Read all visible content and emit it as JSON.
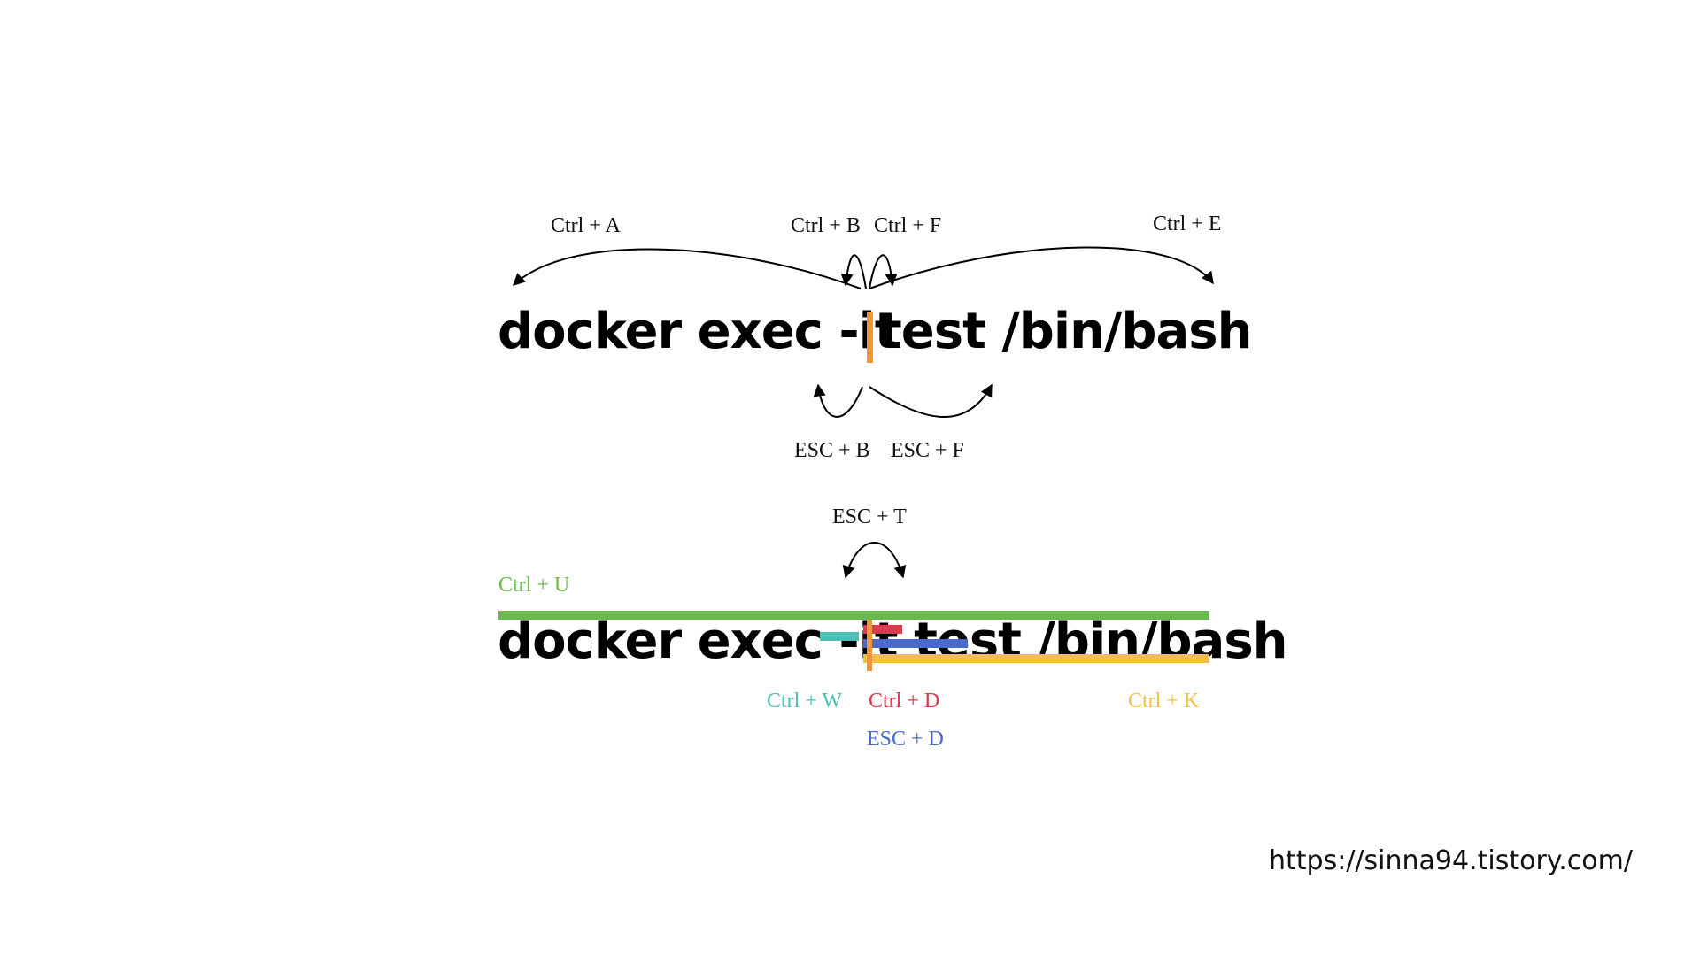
{
  "top": {
    "command": "docker exec -it test /bin/bash",
    "cmd_left": "docker exec -it ",
    "cmd_right": "test /bin/bash",
    "labels": {
      "ctrl_a": "Ctrl + A",
      "ctrl_b": "Ctrl + B",
      "ctrl_f": "Ctrl + F",
      "ctrl_e": "Ctrl + E",
      "esc_b": "ESC + B",
      "esc_f": "ESC + F"
    }
  },
  "bottom": {
    "command": "docker exec -it test /bin/bash",
    "labels": {
      "esc_t": "ESC + T",
      "ctrl_u": "Ctrl + U",
      "ctrl_w": "Ctrl + W",
      "ctrl_d": "Ctrl + D",
      "esc_d": "ESC + D",
      "ctrl_k": "Ctrl + K"
    }
  },
  "colors": {
    "cursor": "#F0953F",
    "ctrl_u": "#6AB84F",
    "ctrl_w": "#4DBDB8",
    "ctrl_d": "#D93A4C",
    "esc_d": "#4A69C9",
    "ctrl_k": "#F5C042"
  },
  "footer": {
    "url": "https://sinna94.tistory.com/"
  }
}
